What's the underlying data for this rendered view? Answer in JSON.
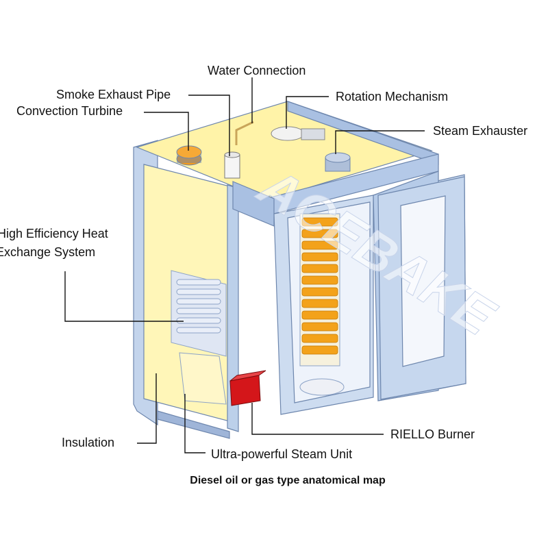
{
  "labels": {
    "water_connection": "Water Connection",
    "smoke_exhaust_pipe": "Smoke Exhaust Pipe",
    "convection_turbine": "Convection Turbine",
    "rotation_mechanism": "Rotation Mechanism",
    "steam_exhauster": "Steam Exhauster",
    "heat_exchange_line1": "High Efficiency Heat",
    "heat_exchange_line2": "Exchange System",
    "insulation": "Insulation",
    "riello_burner": "RIELLO Burner",
    "steam_unit": "Ultra-powerful Steam Unit"
  },
  "watermark": "ACEBAKE",
  "caption": "Diesel oil or gas type anatomical map",
  "colors": {
    "frame": "#b9cde6",
    "frame_dark": "#8aa6cc",
    "panel_yellow": "#fff6b8",
    "trays": "#f3a21a",
    "burner": "#d4161a",
    "leader": "#111111"
  }
}
